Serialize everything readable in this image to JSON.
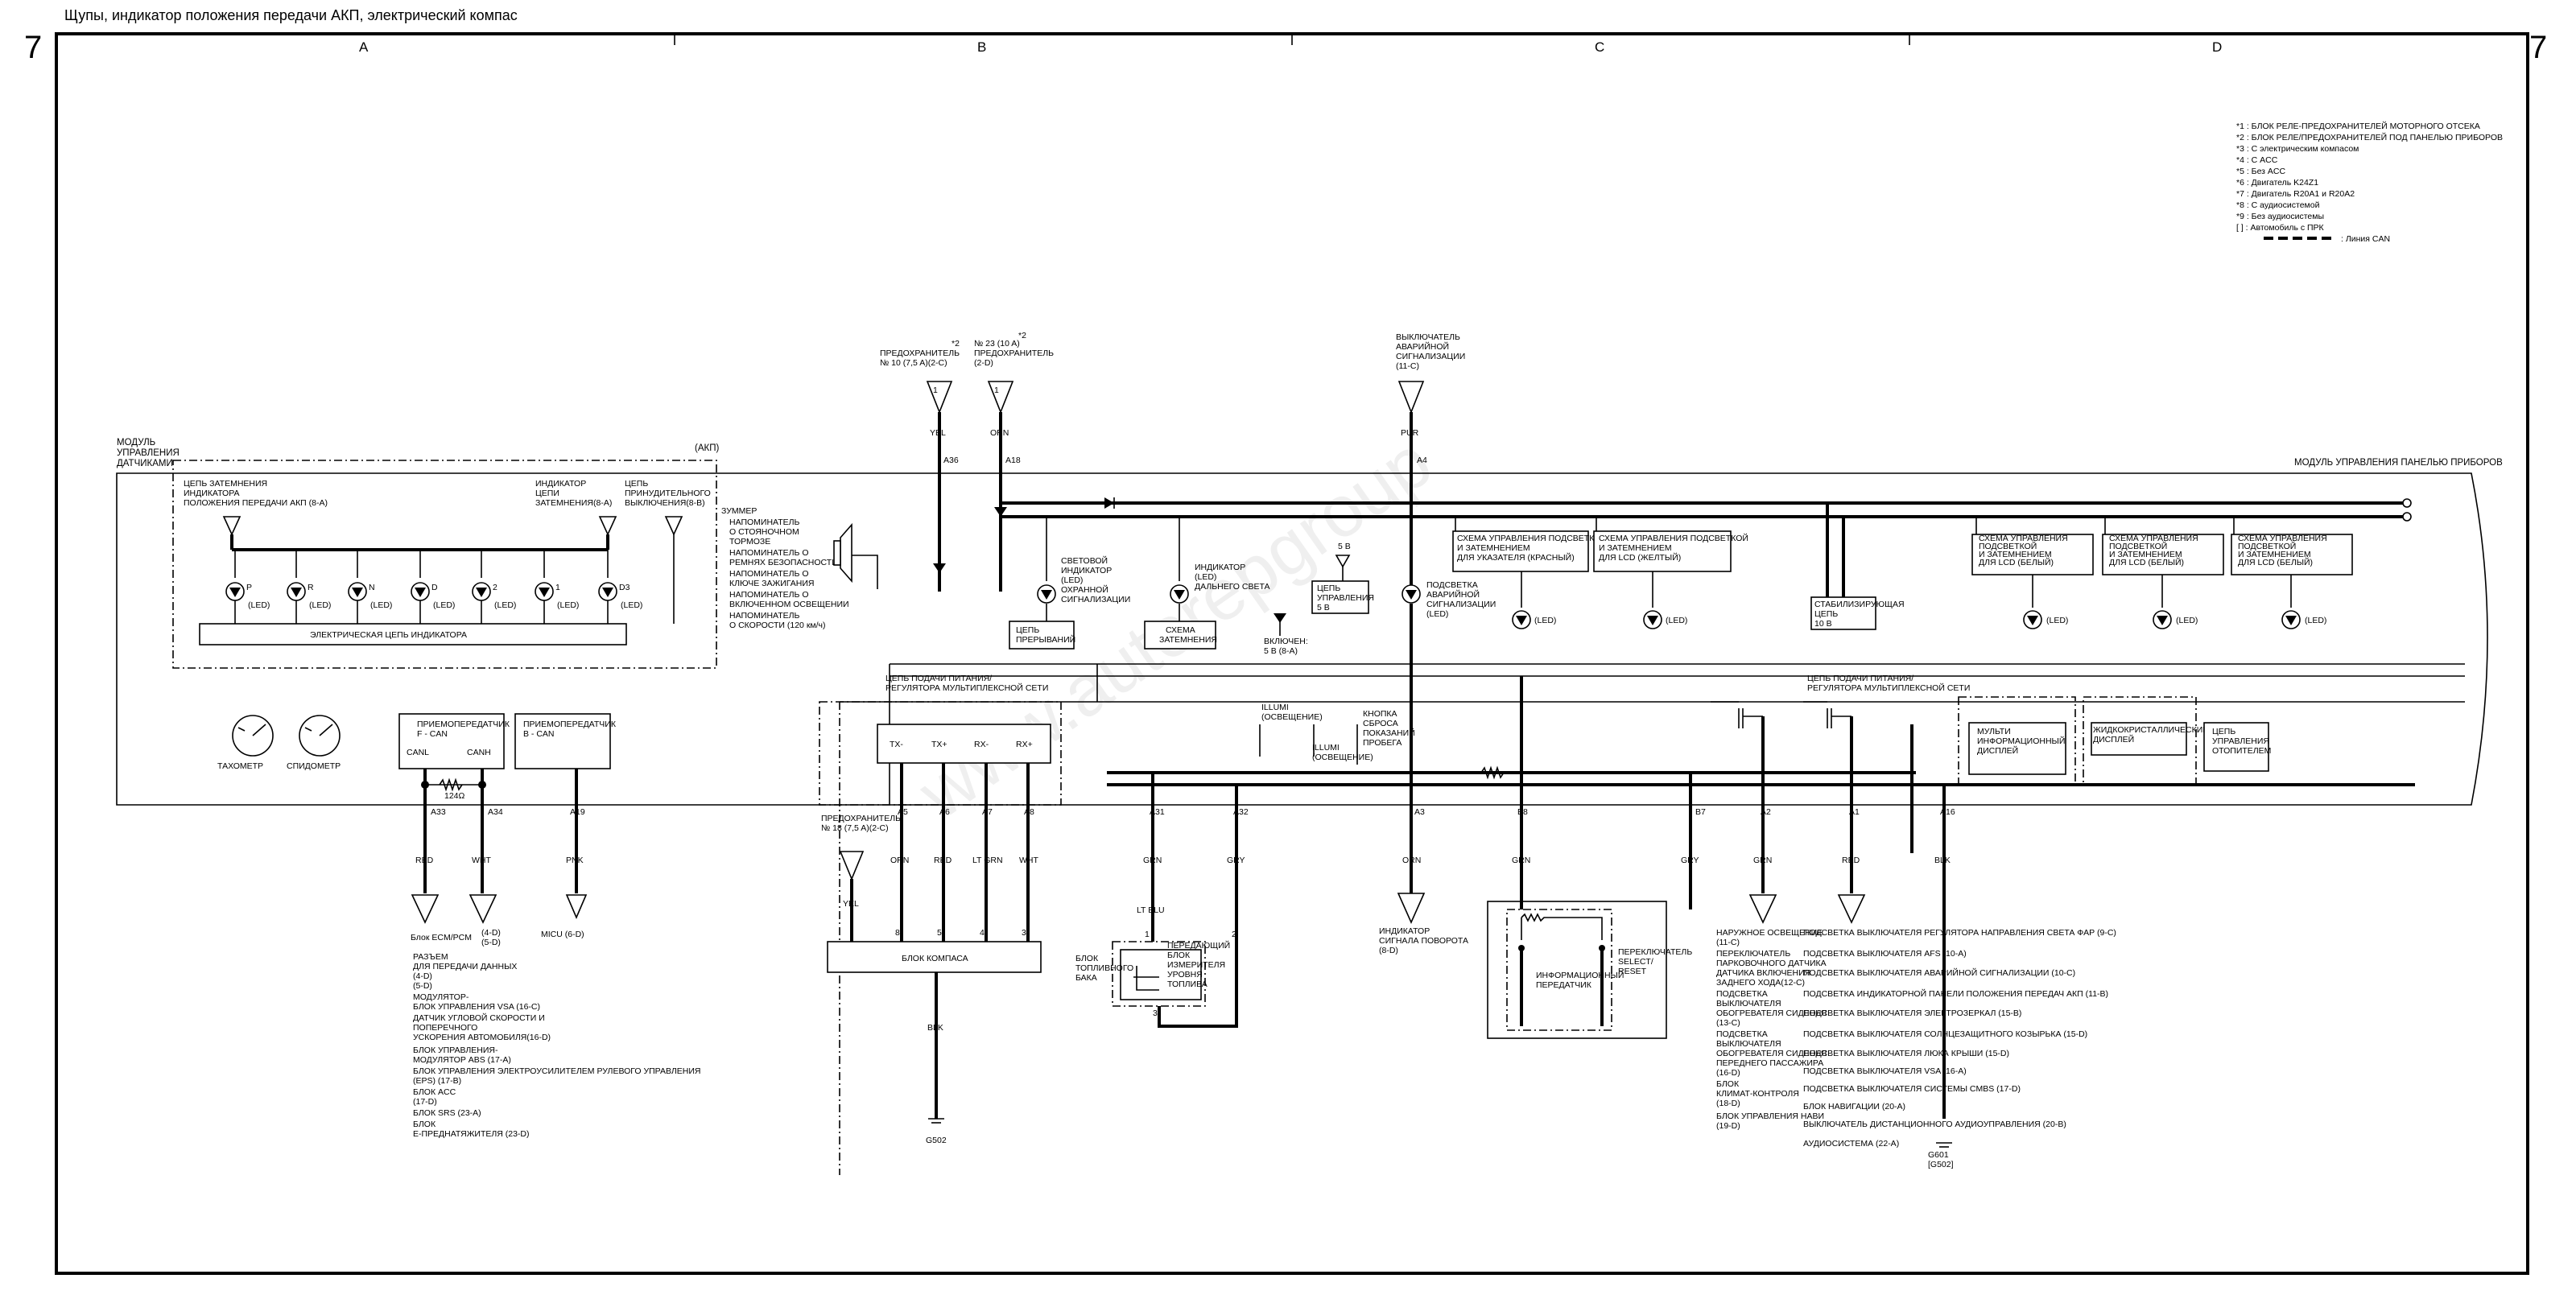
{
  "header": {
    "title": "Щупы, индикатор положения передачи АКП, электрический компас",
    "page_number": "7",
    "columns": [
      "A",
      "B",
      "C",
      "D"
    ]
  },
  "legend": {
    "items": [
      "*1 : БЛОК РЕЛЕ-ПРЕДОХРАНИТЕЛЕЙ МОТОРНОГО ОТСЕКА",
      "*2 : БЛОК РЕЛЕ/ПРЕДОХРАНИТЕЛЕЙ ПОД ПАНЕЛЬЮ ПРИБОРОВ",
      "*3 : С электрическим компасом",
      "*4 : С ACC",
      "*5 : Без ACC",
      "*6 : Двигатель K24Z1",
      "*7 : Двигатель R20A1 и R20A2",
      "*8 : С аудиосистемой",
      "*9 : Без аудиосистемы",
      "[ ] : Автомобиль с ПРК"
    ],
    "can_line": ": Линия CAN"
  },
  "sensor_module": {
    "title_lines": [
      "МОДУЛЬ",
      "УПРАВЛЕНИЯ",
      "ДАТЧИКАМИ"
    ],
    "variant": "(АКП)",
    "dimmer_circuit": [
      "ЦЕПЬ ЗАТЕМНЕНИЯ",
      "ИНДИКАТОРА",
      "ПОЛОЖЕНИЯ ПЕРЕДАЧИ АКП (8-А)"
    ],
    "dimming_indicator": [
      "ИНДИКАТОР",
      "ЦЕПИ",
      "ЗАТЕМНЕНИЯ(8-А)"
    ],
    "forced_shift_circuit": [
      "ЦЕПЬ",
      "ПРИНУДИТЕЛЬНОГО",
      "ВЫКЛЮЧЕНИЯ(8-В)"
    ],
    "gears": [
      "P",
      "R",
      "N",
      "D",
      "2",
      "1",
      "D3"
    ],
    "led": "(LED)",
    "indicator_circuit": "ЭЛЕКТРИЧЕСКАЯ ЦЕПЬ ИНДИКАТОРА",
    "tachometer": "ТАХОМЕТР",
    "speedometer": "СПИДОМЕТР",
    "transceiver_f": [
      "ПРИЕМОПЕРЕДАТЧИК",
      "F - CAN"
    ],
    "transceiver_b": [
      "ПРИЕМОПЕРЕДАТЧИК",
      "B - CAN"
    ],
    "canl": "CANL",
    "canh": "CANH",
    "resistor": "124Ω"
  },
  "buzzer": {
    "title": "ЗУММЕР",
    "items": [
      [
        "НАПОМИНАТЕЛЬ",
        "О СТОЯНОЧНОМ",
        "ТОРМОЗЕ"
      ],
      [
        "НАПОМИНАТЕЛЬ О",
        "РЕМНЯХ БЕЗОПАСНОСТИ"
      ],
      [
        "НАПОМИНАТЕЛЬ О",
        "КЛЮЧЕ ЗАЖИГАНИЯ"
      ],
      [
        "НАПОМИНАТЕЛЬ О",
        "ВКЛЮЧЕННОМ ОСВЕЩЕНИИ"
      ],
      [
        "НАПОМИНАТЕЛЬ",
        "О СКОРОСТИ (120 км/ч)"
      ]
    ]
  },
  "fuses": {
    "fuse10": [
      "ПРЕДОХРАНИТЕЛЬ",
      "№ 10 (7,5 A)(2-С)"
    ],
    "fuse23": [
      "№ 23 (10 A)",
      "ПРЕДОХРАНИТЕЛЬ",
      "(2-D)"
    ],
    "fuse_marker": "*2",
    "hazard_switch": [
      "ВЫКЛЮЧАТЕЛЬ",
      "АВАРИЙНОЙ",
      "СИГНАЛИЗАЦИИ",
      "(11-С)"
    ]
  },
  "panel": {
    "module_title": "МОДУЛЬ УПРАВЛЕНИЯ ПАНЕЛЬЮ ПРИБОРОВ",
    "security_led": [
      "СВЕТОВОЙ",
      "ИНДИКАТОР",
      "(LED)",
      "ОХРАННОЙ",
      "СИГНАЛИЗАЦИИ"
    ],
    "high_beam": [
      "ИНДИКАТОР",
      "(LED)",
      "ДАЛЬНЕГО СВЕТА"
    ],
    "five_v": "5 В",
    "control_circuit": [
      "ЦЕПЬ",
      "УПРАВЛЕНИЯ",
      "5 В"
    ],
    "hazard_led": [
      "ПОДСВЕТКА",
      "АВАРИЙНОЙ",
      "СИГНАЛИЗАЦИИ",
      "(LED)"
    ],
    "interrupt": [
      "ЦЕПЬ",
      "ПРЕРЫВАНИЙ"
    ],
    "dimming_scheme": [
      "СХЕМА",
      "ЗАТЕМНЕНИЯ"
    ],
    "switch_5v": [
      "ВКЛЮЧЕН:",
      "5 В (8-А)"
    ],
    "power_reg_left": [
      "ЦЕПЬ ПОДАЧИ ПИТАНИЯ/",
      "РЕГУЛЯТОРА МУЛЬТИПЛЕКСНОЙ СЕТИ"
    ],
    "power_reg_right": [
      "ЦЕПЬ ПОДАЧИ ПИТАНИЯ/",
      "РЕГУЛЯТОРА МУЛЬТИПЛЕКСНОЙ СЕТИ"
    ],
    "illum_scheme_red": [
      "СХЕМА УПРАВЛЕНИЯ ПОДСВЕТКОЙ",
      "И ЗАТЕМНЕНИЕМ",
      "ДЛЯ УКАЗАТЕЛЯ (КРАСНЫЙ)"
    ],
    "illum_scheme_lcd": [
      "СХЕМА УПРАВЛЕНИЯ ПОДСВЕТКОЙ",
      "И ЗАТЕМНЕНИЕМ",
      "ДЛЯ LCD (ЖЕЛТЫЙ)"
    ],
    "stab_circuit": [
      "СТАБИЛИЗИРУЮЩАЯ",
      "ЦЕПЬ",
      "10 В"
    ],
    "scheme_small": [
      "СХЕМА УПРАВЛЕНИЯ",
      "ПОДСВЕТКОЙ",
      "И ЗАТЕМНЕНИЕМ",
      "ДЛЯ LCD (БЕЛЫЙ)"
    ],
    "illumi": [
      "ILLUMI",
      "(ОСВЕЩЕНИЕ)"
    ],
    "trip_button": [
      "КНОПКА",
      "СБРОСА",
      "ПОКАЗАНИЙ",
      "ПРОБЕГА"
    ],
    "compass_terminals": [
      "TX-",
      "TX+",
      "RX-",
      "RX+"
    ],
    "multi_display": [
      "МУЛЬТИ",
      "ИНФОРМАЦИОННЫЙ",
      "ДИСПЛЕЙ"
    ],
    "lcd_display": [
      "ЖИДКОКРИСТАЛЛИЧЕСКИЙ",
      "ДИСПЛЕЙ"
    ],
    "heater_circuit": [
      "ЦЕПЬ",
      "УПРАВЛЕНИЯ",
      "ОТОПИТЕЛЕМ"
    ],
    "pins": [
      "A33",
      "A34",
      "A19",
      "A5",
      "A6",
      "A7",
      "A8",
      "A31",
      "A32",
      "A3",
      "B8",
      "B7",
      "A2",
      "A1",
      "A16",
      "A36",
      "A18",
      "A4"
    ],
    "wire_colors": [
      "RED",
      "WHT",
      "PNK",
      "ORN",
      "RED",
      "LT GRN",
      "WHT",
      "GRN",
      "GRY",
      "ORN",
      "GRN",
      "GRY",
      "GRN",
      "RED",
      "BLK",
      "YEL",
      "ORN",
      "PUR"
    ]
  },
  "bottom": {
    "ecm": "Блок ECM/PCM",
    "ecm_refs": [
      "(4-D)",
      "(5-D)"
    ],
    "modules": [
      [
        "РАЗЪЕМ",
        "ДЛЯ ПЕРЕДАЧИ ДАННЫХ",
        "(4-D)",
        "(5-D)"
      ],
      [
        "МОДУЛЯТОР-",
        "БЛОК УПРАВЛЕНИЯ VSA (16-С)"
      ],
      [
        "ДАТЧИК УГЛОВОЙ СКОРОСТИ И",
        "ПОПЕРЕЧНОГО",
        "УСКОРЕНИЯ АВТОМОБИЛЯ(16-D)"
      ],
      [
        "БЛОК УПРАВЛЕНИЯ-",
        "МОДУЛЯТОР ABS (17-А)"
      ],
      [
        "БЛОК УПРАВЛЕНИЯ ЭЛЕКТРОУСИЛИТЕЛЕМ РУЛЕВОГО УПРАВЛЕНИЯ",
        "(EPS) (17-В)"
      ],
      [
        "БЛОК ACC",
        "(17-D)"
      ],
      [
        "БЛОК SRS (23-А)"
      ],
      [
        "БЛОК",
        "E-ПРЕДНАТЯЖИТЕЛЯ (23-D)"
      ]
    ],
    "micu": "MICU (6-D)",
    "compass_fuse": [
      "ПРЕДОХРАНИТЕЛЬ",
      "№ 18 (7,5 A)(2-C)"
    ],
    "compass_unit": "БЛОК КОМПАСА",
    "compass_pins": [
      "8",
      "5",
      "4",
      "3"
    ],
    "compass_ground": "G502",
    "compass_wire": "BLK",
    "fuel_unit": [
      "БЛОК",
      "ТОПЛИВНОГО",
      "БАКА"
    ],
    "fuel_sender": [
      "ПЕРЕДАЮЩИЙ",
      "БЛОК",
      "ИЗМЕРИТЕЛЯ",
      "УРОВНЯ",
      "ТОПЛИВА"
    ],
    "fuel_pins": [
      "1",
      "2",
      "3"
    ],
    "fuel_wire": "LT BLU",
    "turn_signal": [
      "ИНДИКАТОР",
      "СИГНАЛА ПОВОРОТА",
      "(8-D)"
    ],
    "info_transmitter": [
      "ИНФОРМАЦИОННЫЙ",
      "ПЕРЕДАТЧИК"
    ],
    "select_reset": [
      "ПЕРЕКЛЮЧАТЕЛЬ",
      "SELECT/",
      "RESET"
    ],
    "left_list": [
      [
        "НАРУЖНОЕ ОСВЕЩЕНИЕ",
        "(11-С)"
      ],
      [
        "ПЕРЕКЛЮЧАТЕЛЬ",
        "ПАРКОВОЧНОГО ДАТЧИКА",
        "ДАТЧИКА ВКЛЮЧЕНИЯ",
        "ЗАДНЕГО ХОДА(12-С)"
      ],
      [
        "ПОДСВЕТКА",
        "ВЫКЛЮЧАТЕЛЯ",
        "ОБОГРЕВАТЕЛЯ СИДЕНЬЯ",
        "(13-С)"
      ],
      [
        "ПОДСВЕТКА",
        "ВЫКЛЮЧАТЕЛЯ",
        "ОБОГРЕВАТЕЛЯ СИДЕНЬЯ",
        "ПЕРЕДНЕГО ПАССАЖИРА",
        "(16-D)"
      ],
      [
        "БЛОК",
        "КЛИМАТ-КОНТРОЛЯ",
        "(18-D)"
      ],
      [
        "БЛОК УПРАВЛЕНИЯ НАВИ",
        "(19-D)"
      ]
    ],
    "right_list": [
      "ПОДСВЕТКА ВЫКЛЮЧАТЕЛЯ РЕГУЛЯТОРА НАПРАВЛЕНИЯ СВЕТА ФАР (9-С)",
      "ПОДСВЕТКА ВЫКЛЮЧАТЕЛЯ AFS (10-А)",
      "ПОДСВЕТКА ВЫКЛЮЧАТЕЛЯ АВАРИЙНОЙ СИГНАЛИЗАЦИИ (10-С)",
      "ПОДСВЕТКА ИНДИКАТОРНОЙ ПАНЕЛИ ПОЛОЖЕНИЯ ПЕРЕДАЧ АКП (11-В)",
      "ПОДСВЕТКА ВЫКЛЮЧАТЕЛЯ ЭЛЕКТРОЗЕРКАЛ (15-В)",
      "ПОДСВЕТКА ВЫКЛЮЧАТЕЛЯ СОЛНЦЕЗАЩИТНОГО КОЗЫРЬКА (15-D)",
      "ПОДСВЕТКА ВЫКЛЮЧАТЕЛЯ ЛЮКА КРЫШИ (15-D)",
      "ПОДСВЕТКА ВЫКЛЮЧАТЕЛЯ VSA (16-А)",
      "ПОДСВЕТКА ВЫКЛЮЧАТЕЛЯ СИСТЕМЫ CMBS (17-D)",
      "БЛОК НАВИГАЦИИ (20-А)",
      "ВЫКЛЮЧАТЕЛЬ ДИСТАНЦИОННОГО АУДИОУПРАВЛЕНИЯ (20-В)",
      "АУДИОСИСТЕМА (22-А)"
    ],
    "grounds": [
      "G601",
      "[G502]"
    ]
  }
}
